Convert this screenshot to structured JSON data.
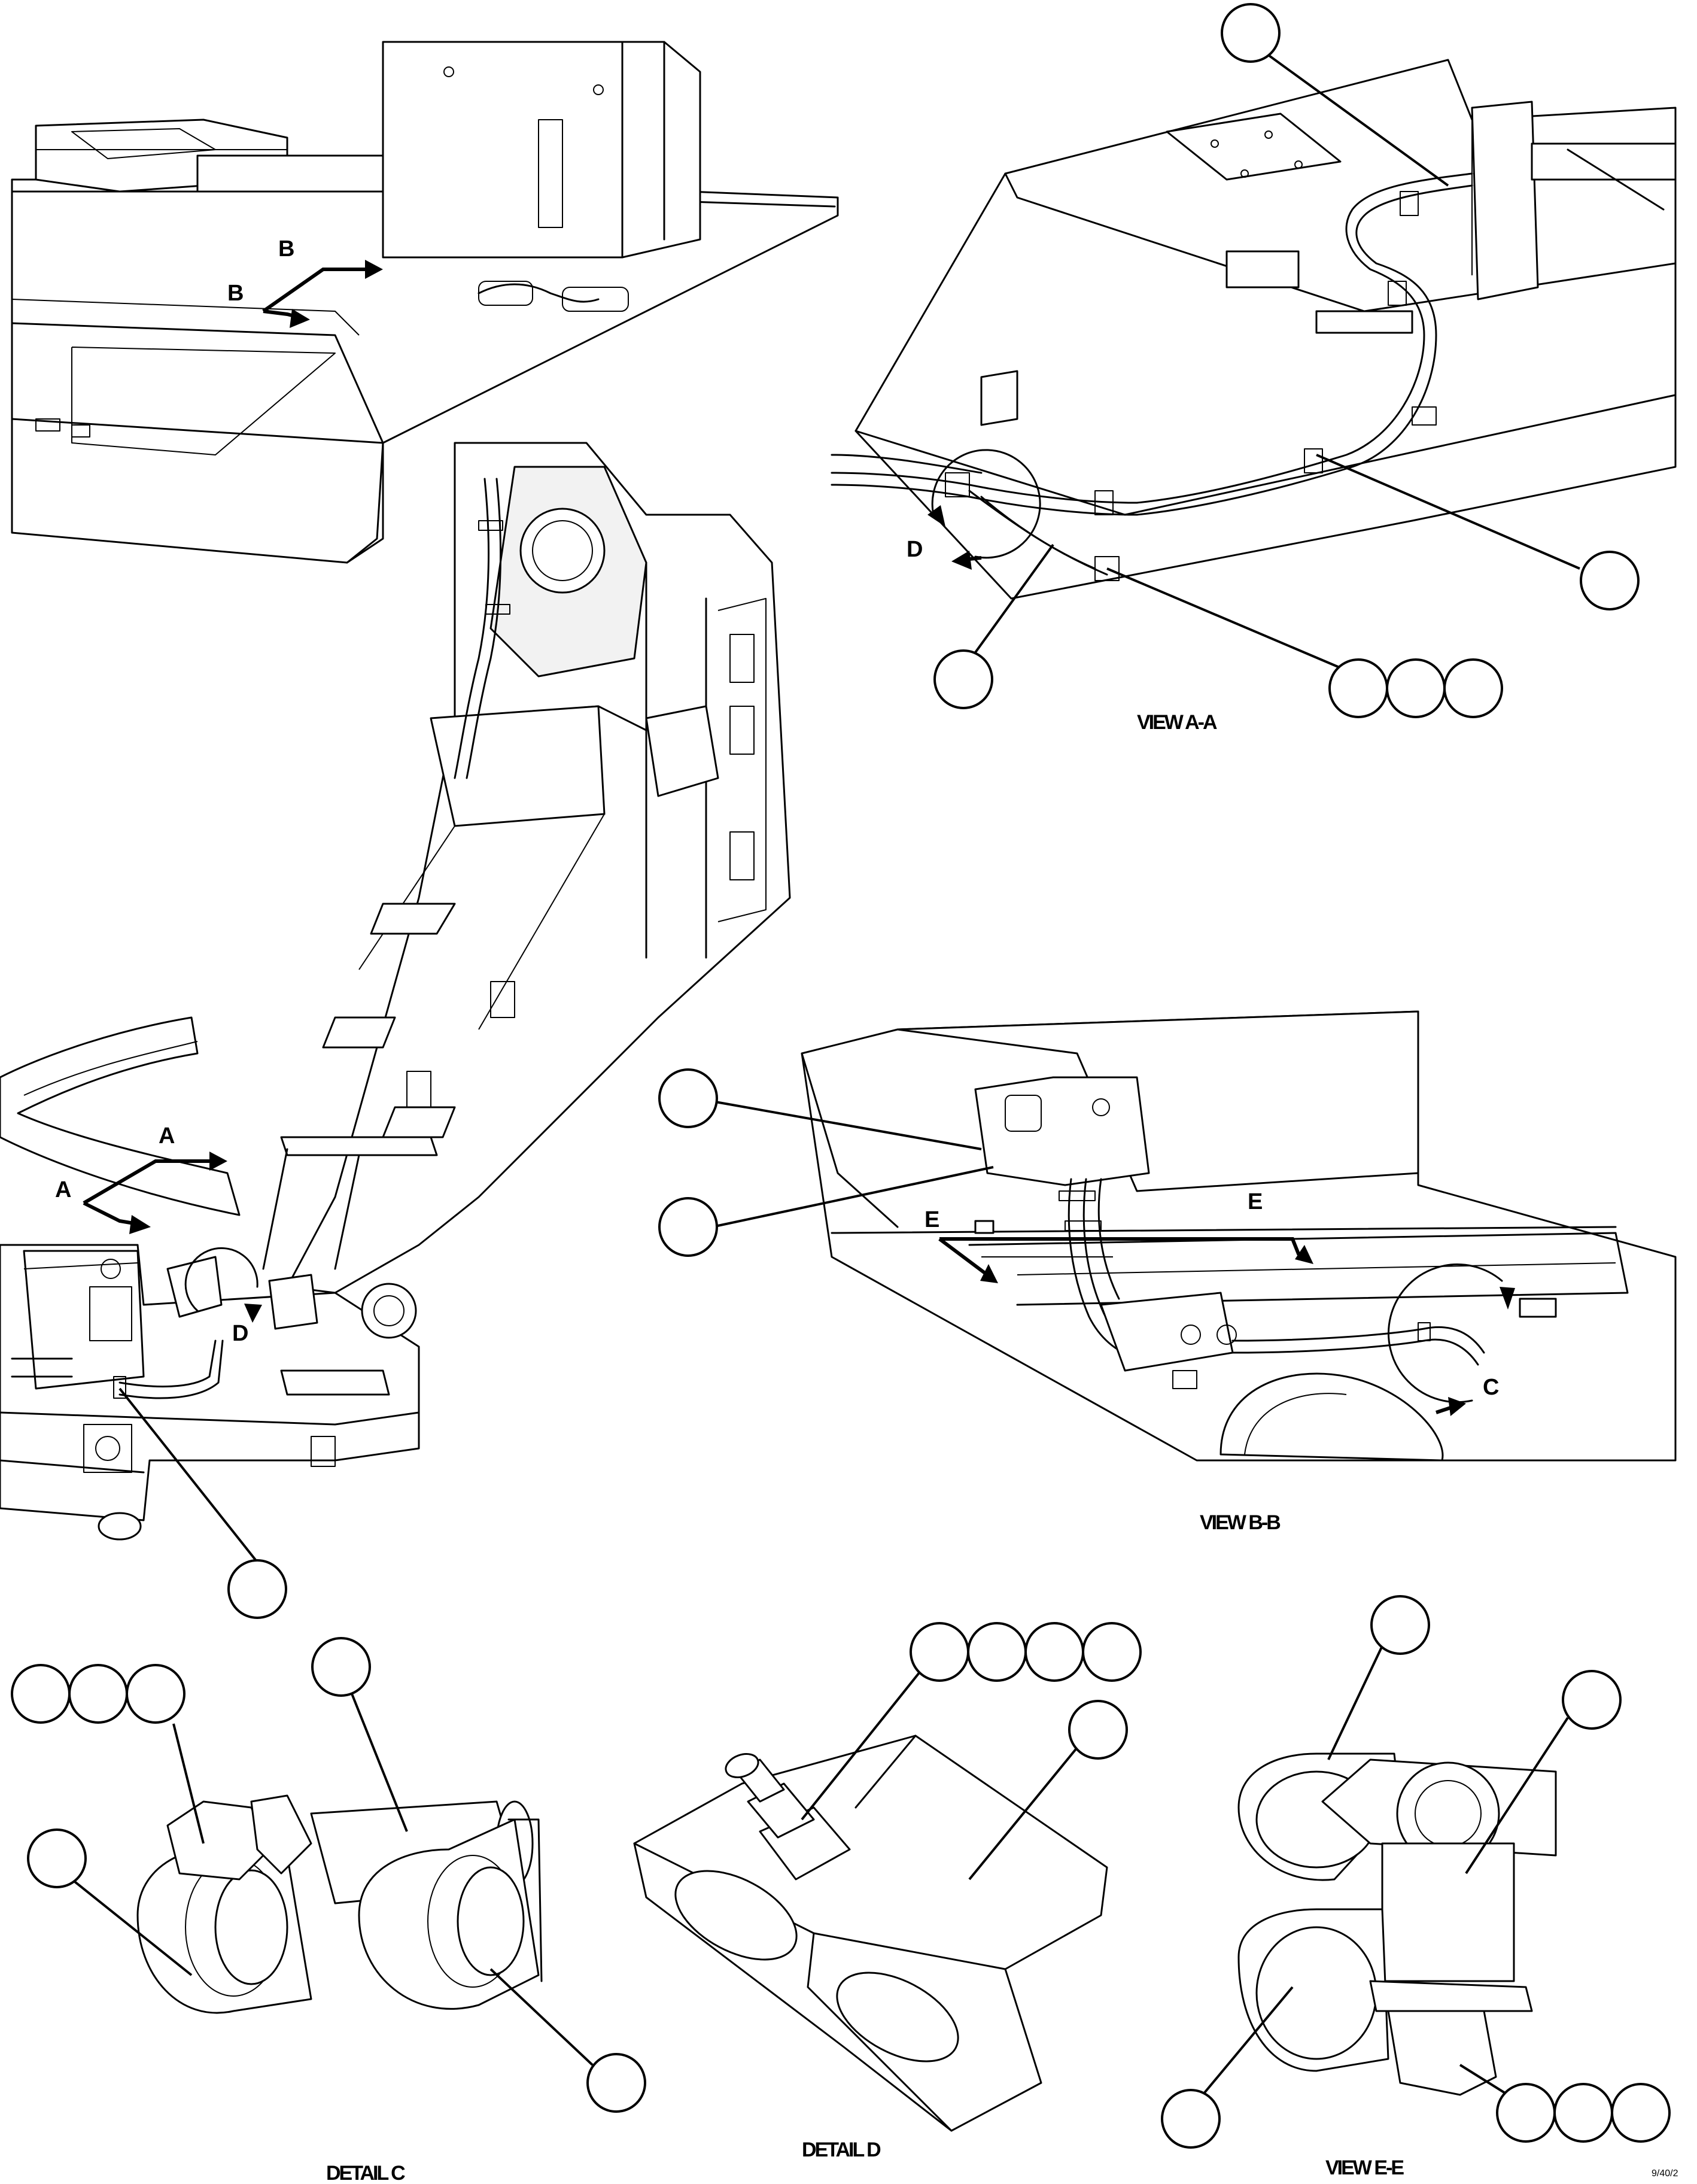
{
  "view_labels": {
    "a": "A",
    "b": "B",
    "c": "C",
    "d": "D",
    "e": "E"
  },
  "captions": {
    "view_aa": "VIEW A-A",
    "view_bb": "VIEW B-B",
    "detail_c": "DETAIL C",
    "detail_d": "DETAIL D",
    "view_ee": "VIEW E-E"
  },
  "figure_number": "9/40/2"
}
